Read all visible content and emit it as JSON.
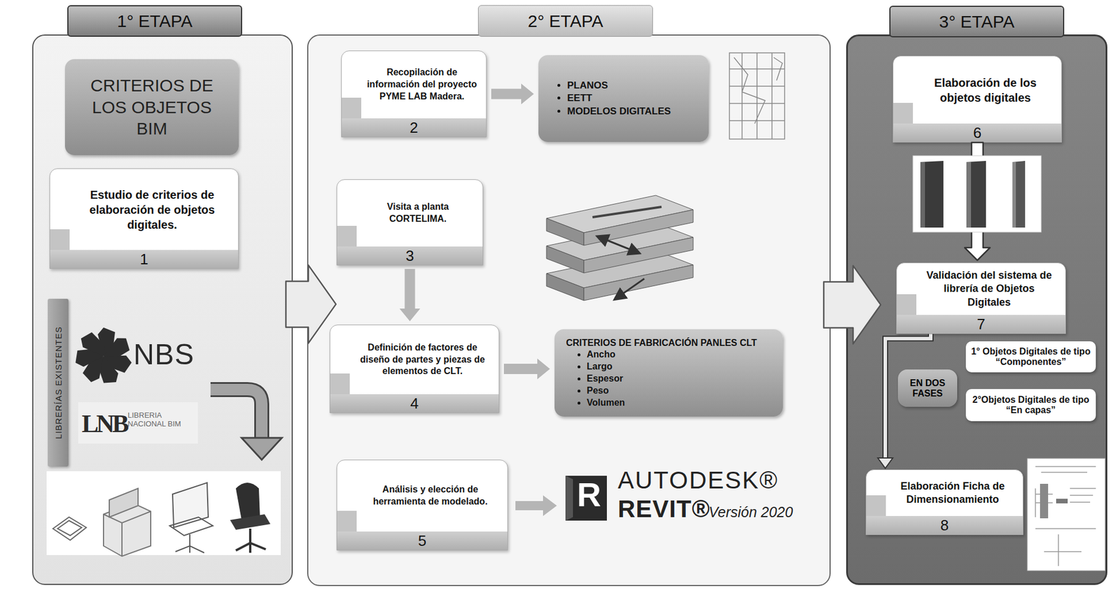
{
  "diagram": {
    "nodes": [
      {
        "text": [
          "1° ETAPA"
        ]
      },
      {
        "text": [
          "CRITERIOS DE LOS OBJETOS BIM"
        ],
        "in": 0
      },
      {
        "text": [
          "Estudio de criterios de elaboración de objetos digitales.",
          "1"
        ],
        "in": 0
      },
      {
        "text": [
          "LIBRERÍAS EXISTENTES"
        ],
        "in": 0
      },
      {
        "text": [
          "2° ETAPA"
        ]
      },
      {
        "text": [
          "Recopilación de información del proyecto PYME LAB Madera.",
          "2"
        ],
        "in": 4
      },
      {
        "text": [
          "PLANOS",
          "EETT",
          "MODELOS DIGITALES"
        ],
        "in": 4
      },
      {
        "text": [
          "Visita a planta CORTELIMA.",
          "3"
        ],
        "in": 4
      },
      {
        "text": [
          "Definición de factores de diseño de partes y piezas de elementos de CLT.",
          "4"
        ],
        "in": 4
      },
      {
        "text": [
          "CRITERIOS DE FABRICACIÓN PANLES CLT",
          "Ancho",
          "Largo",
          "Espesor",
          "Peso",
          "Volumen"
        ],
        "in": 4
      },
      {
        "text": [
          "Análisis y elección de herramienta de modelado.",
          "5"
        ],
        "in": 4
      },
      {
        "text": [
          "3° ETAPA"
        ]
      },
      {
        "text": [
          "Elaboración de los objetos digitales",
          "6"
        ],
        "in": 11
      },
      {
        "text": [
          "Validación del sistema de librería de Objetos Digitales",
          "7"
        ],
        "in": 11
      },
      {
        "text": [
          "EN DOS FASES"
        ],
        "in": 11
      },
      {
        "text": [
          "1° Objetos Digitales de tipo “Componentes”"
        ],
        "in": 11
      },
      {
        "text": [
          "2°Objetos Digitales de tipo “En capas”"
        ],
        "in": 11
      },
      {
        "text": [
          "Elaboración Ficha de Dimensionamiento",
          "8"
        ],
        "in": 11
      }
    ],
    "edges": [
      {
        "from": 0,
        "to": 4,
        "arrow": "to"
      },
      {
        "from": 4,
        "to": 11,
        "arrow": "to"
      },
      {
        "from": 5,
        "to": 6,
        "arrow": "to"
      },
      {
        "from": 7,
        "to": 8,
        "arrow": "to"
      },
      {
        "from": 8,
        "to": 9,
        "arrow": "to"
      },
      {
        "from": 12,
        "to": 13,
        "arrow": "to"
      },
      {
        "from": 13,
        "to": 17,
        "arrow": "to"
      }
    ],
    "labels": [
      "NBS",
      "LNB",
      "LIBRERIA NACIONAL BIM",
      "R",
      "AUTODESK®",
      "REVIT®",
      "Versión 2020"
    ]
  }
}
